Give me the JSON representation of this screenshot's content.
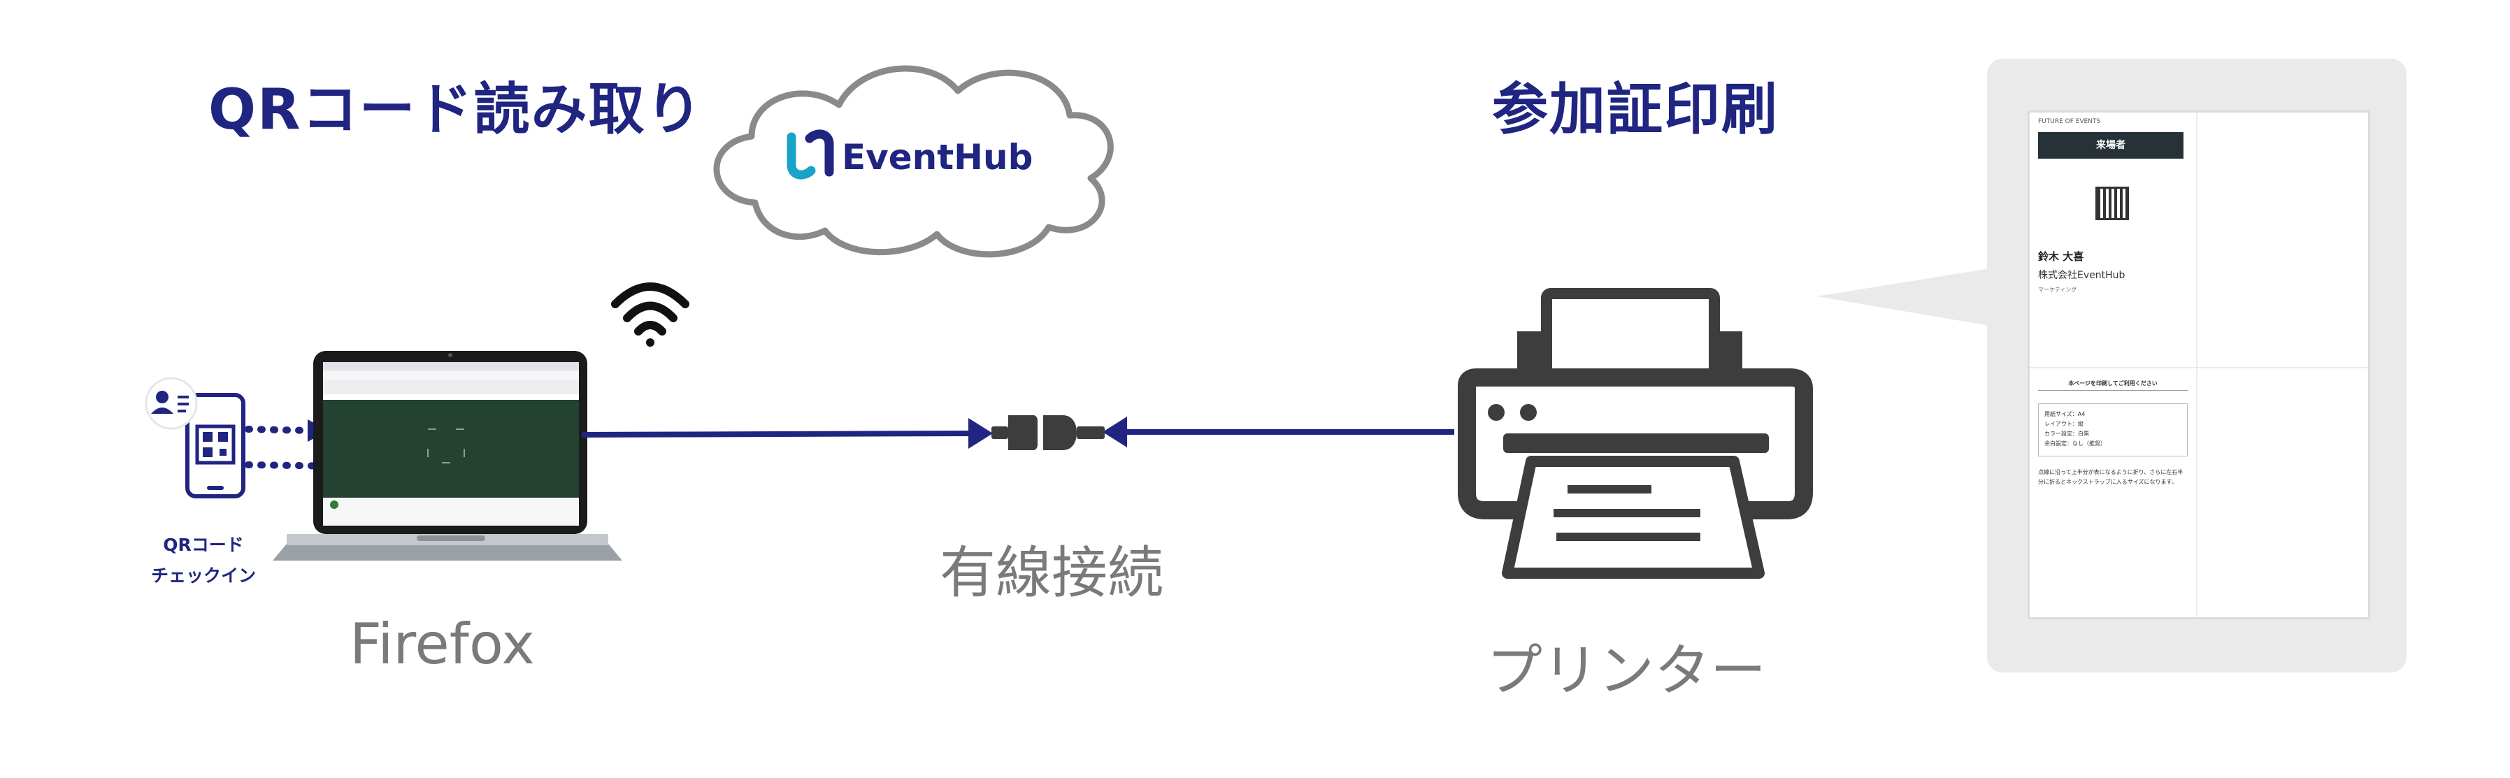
{
  "headings": {
    "qr_reading": "QRコード読み取り",
    "badge_printing": "参加証印刷"
  },
  "cloud": {
    "brand_name": "EventHub"
  },
  "labels": {
    "qr_checkin_line1": "QRコード",
    "qr_checkin_line2": "チェックイン",
    "firefox": "Firefox",
    "wired_connection": "有線接続",
    "printer": "プリンター"
  },
  "badge_preview": {
    "brand_line": "FUTURE OF EVENTS",
    "role_banner": "来場者",
    "attendee_name": "鈴木 大喜",
    "company": "株式会社EventHub",
    "department": "マーケティング",
    "instruction_title": "本ページを印刷してご利用ください",
    "settings": [
      "用紙サイズ：A4",
      "レイアウト：縦",
      "カラー設定：白黒",
      "余白設定：なし（推奨）"
    ],
    "footer_note": "点線に沿って上半分が表になるように折り、さらに左右半分に折るとネックストラップに入るサイズになります。"
  },
  "colors": {
    "accent_navy": "#1f2580",
    "caption_gray": "#7a7a7a",
    "device_dark": "#3d3d3d",
    "cloud_outline": "#8a8a8a",
    "brand_teal": "#1aa3c9"
  },
  "icons": [
    "phone-qr-icon",
    "person-card-icon",
    "laptop-icon",
    "wifi-icon",
    "cloud-icon",
    "eventhub-logo-icon",
    "plug-connector-icon",
    "printer-icon"
  ]
}
